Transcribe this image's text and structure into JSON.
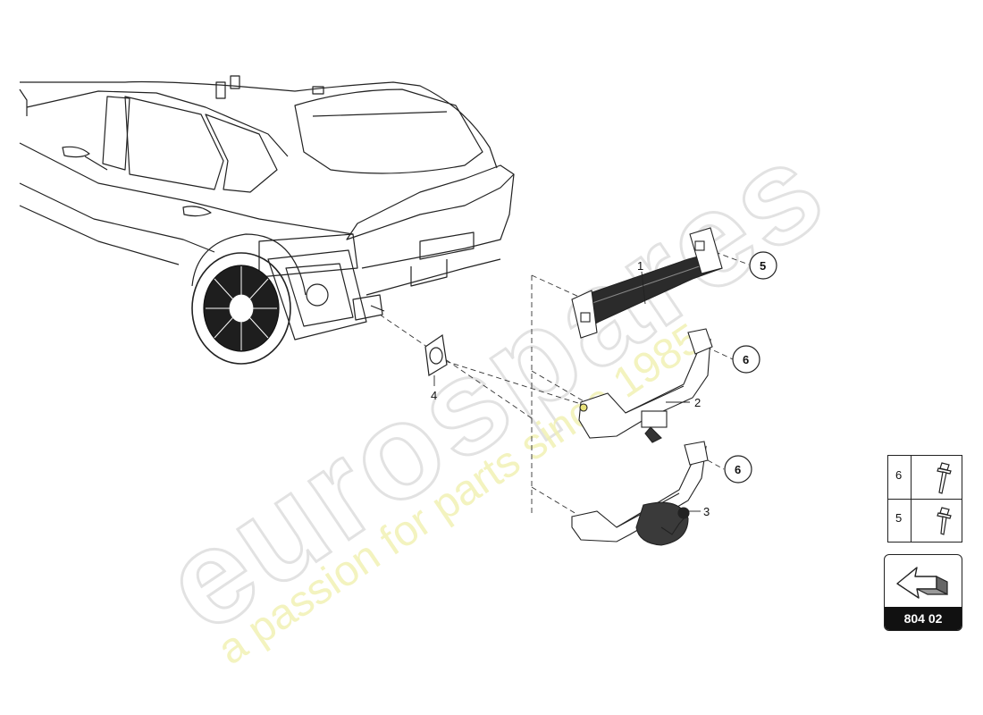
{
  "watermark": {
    "brand": "eurospares",
    "tagline": "a passion for parts since 1985"
  },
  "callouts": [
    {
      "num": "1",
      "style": "plain"
    },
    {
      "num": "2",
      "style": "plain"
    },
    {
      "num": "3",
      "style": "plain"
    },
    {
      "num": "4",
      "style": "plain"
    },
    {
      "num": "5",
      "style": "circle"
    },
    {
      "num": "6",
      "style": "circle"
    },
    {
      "num": "6",
      "style": "circle"
    }
  ],
  "legend": {
    "rows": [
      {
        "num": "6",
        "icon": "flange-bolt-long-icon"
      },
      {
        "num": "5",
        "icon": "flange-bolt-short-icon"
      }
    ]
  },
  "reference": {
    "code": "804 02",
    "icon": "direction-arrow-icon"
  }
}
